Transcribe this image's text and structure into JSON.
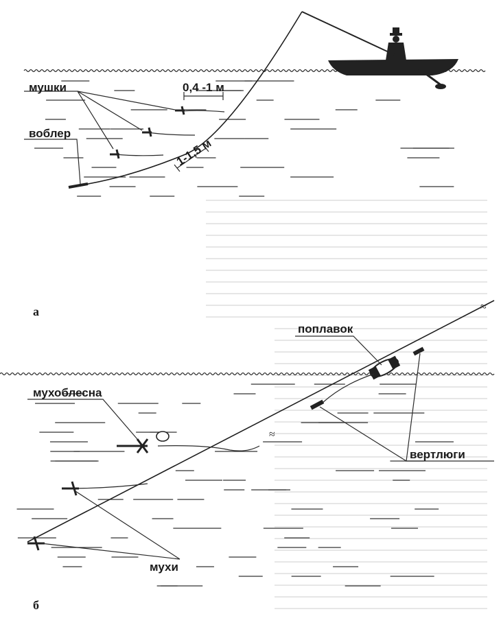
{
  "figure_a": {
    "panel_label": "а",
    "flies_label": "мушки",
    "wobbler_label": "воблер",
    "leader_spacing": "0,4 -1 м",
    "dropper_spacing": "1-1,5 м"
  },
  "figure_b": {
    "panel_label": "б",
    "float_label": "поплавок",
    "fly_spoon_label": "мухоблесна",
    "swivels_label": "вертлюги",
    "flies_label": "мухи"
  }
}
